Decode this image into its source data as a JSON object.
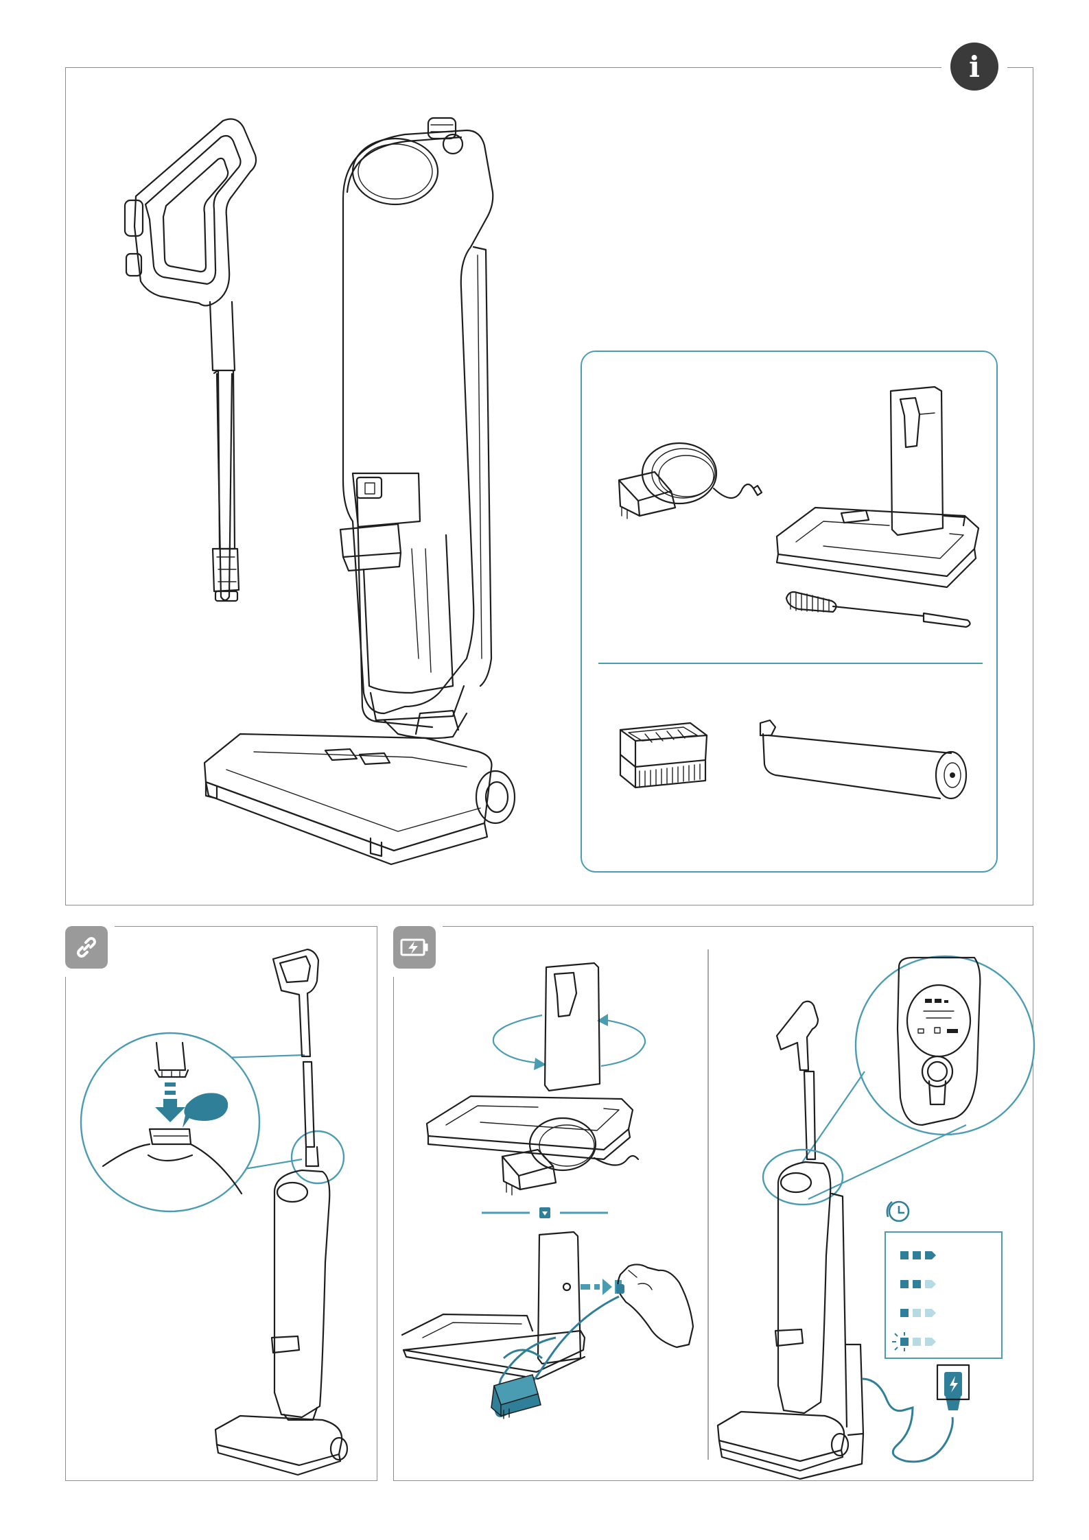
{
  "header": {
    "info_icon_glyph": "i"
  },
  "icons": {
    "info": "info-icon",
    "assembly": "link-icon",
    "charging": "battery-charging-icon",
    "timer": "clock-icon",
    "power": "power-plug-icon"
  },
  "colors": {
    "accent": "#4a9cb3",
    "accent_dark": "#2f7f98",
    "light_accent": "#b7dbe4",
    "line": "#1e1e1e",
    "frame": "#8c8c8c",
    "badge": "#9a9a9a"
  },
  "battery_indicator": {
    "rows": [
      {
        "lit": 3,
        "blinking": false
      },
      {
        "lit": 2,
        "blinking": false
      },
      {
        "lit": 1,
        "blinking": false
      },
      {
        "lit": 1,
        "blinking": true
      }
    ]
  }
}
